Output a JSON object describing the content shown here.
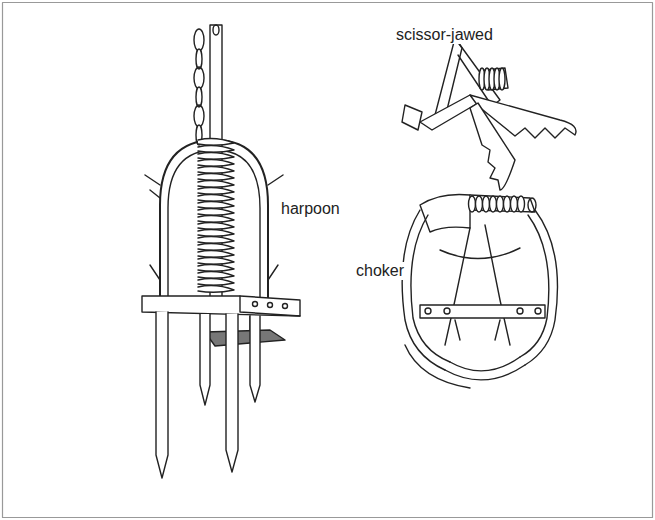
{
  "diagram": {
    "labels": [
      "harpoon",
      "scissor-jawed",
      "choker"
    ]
  }
}
